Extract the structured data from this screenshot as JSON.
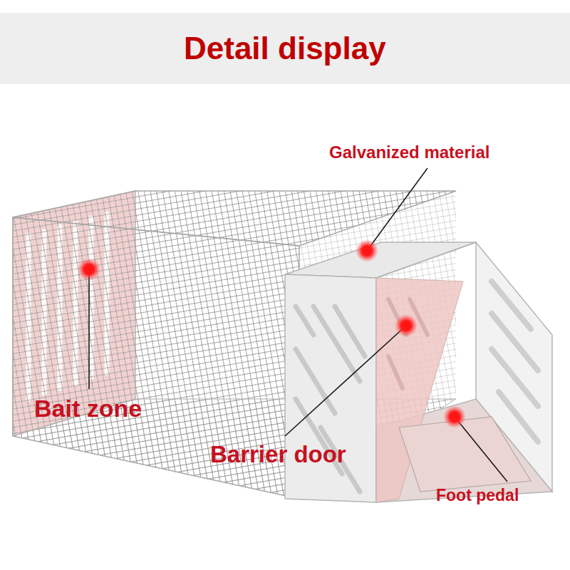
{
  "diagram": {
    "title": "Detail display",
    "labels": [
      "Galvanized material",
      "Bait zone",
      "Barrier door",
      "Foot pedal"
    ]
  }
}
